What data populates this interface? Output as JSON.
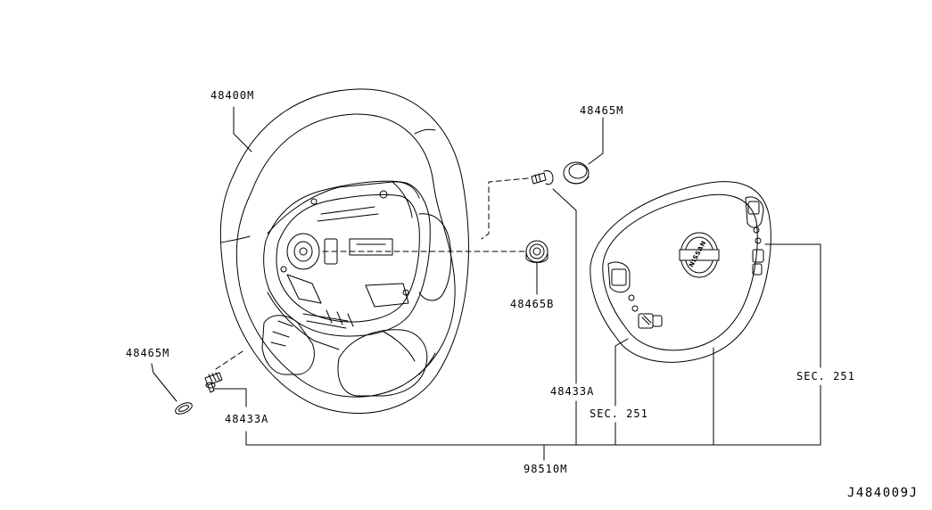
{
  "labels": {
    "steering_wheel": "48400M",
    "cap_top": "48465M",
    "cap_left": "48465M",
    "nut": "48465B",
    "bolt_left": "48433A",
    "bolt_right": "48433A",
    "sec_left": "SEC. 251",
    "sec_right": "SEC. 251",
    "airbag_module": "98510M"
  },
  "airbag_logo": "NISSAN",
  "figure_ref": "J484009J"
}
